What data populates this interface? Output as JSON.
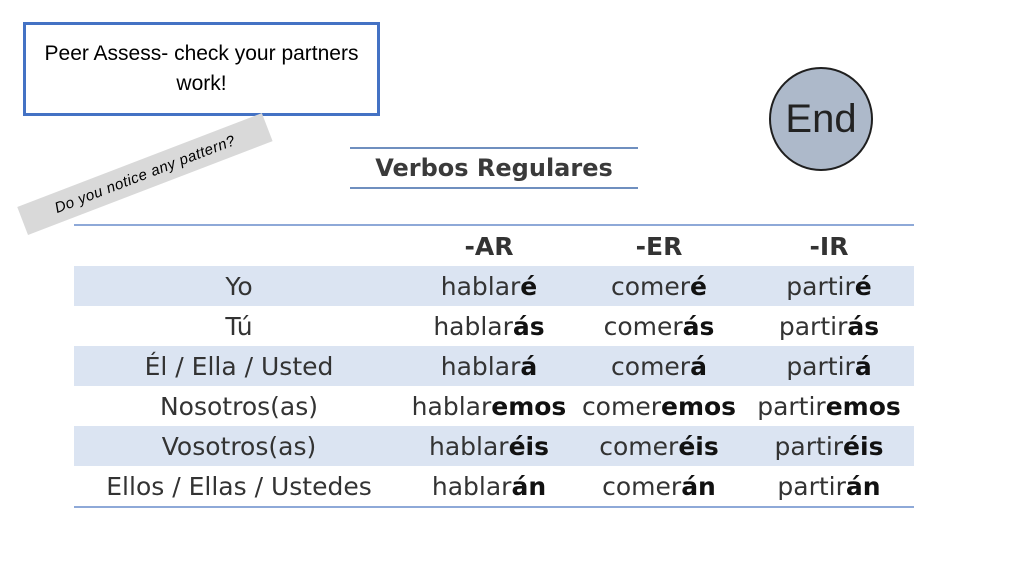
{
  "peer_note": "Peer Assess- check your partners work!",
  "end_label": "End",
  "table_title": "Verbos Regulares",
  "pattern_prompt": "Do you notice any pattern?",
  "headers": [
    "",
    "-AR",
    "-ER",
    "-IR"
  ],
  "rows": [
    {
      "pronoun": "Yo",
      "ar": {
        "stem": "hablar",
        "ending": "é"
      },
      "er": {
        "stem": "comer",
        "ending": "é"
      },
      "ir": {
        "stem": "partir",
        "ending": "é"
      }
    },
    {
      "pronoun": "Tú",
      "ar": {
        "stem": "hablar",
        "ending": "ás"
      },
      "er": {
        "stem": "comer",
        "ending": "ás"
      },
      "ir": {
        "stem": "partir",
        "ending": "ás"
      }
    },
    {
      "pronoun": "Él / Ella / Usted",
      "ar": {
        "stem": "hablar",
        "ending": "á"
      },
      "er": {
        "stem": "comer",
        "ending": "á"
      },
      "ir": {
        "stem": "partir",
        "ending": "á"
      }
    },
    {
      "pronoun": "Nosotros(as)",
      "ar": {
        "stem": "hablar",
        "ending": "emos"
      },
      "er": {
        "stem": "comer",
        "ending": "emos"
      },
      "ir": {
        "stem": "partir",
        "ending": "emos"
      }
    },
    {
      "pronoun": "Vosotros(as)",
      "ar": {
        "stem": "hablar",
        "ending": "éis"
      },
      "er": {
        "stem": "comer",
        "ending": "éis"
      },
      "ir": {
        "stem": "partir",
        "ending": "éis"
      }
    },
    {
      "pronoun": "Ellos / Ellas / Ustedes",
      "ar": {
        "stem": "hablar",
        "ending": "án"
      },
      "er": {
        "stem": "comer",
        "ending": "án"
      },
      "ir": {
        "stem": "partir",
        "ending": "án"
      }
    }
  ],
  "colors": {
    "box_border": "#4472c4",
    "end_fill": "#adb9ca",
    "band": "#dbe4f2",
    "rule": "#8ea9d8"
  }
}
